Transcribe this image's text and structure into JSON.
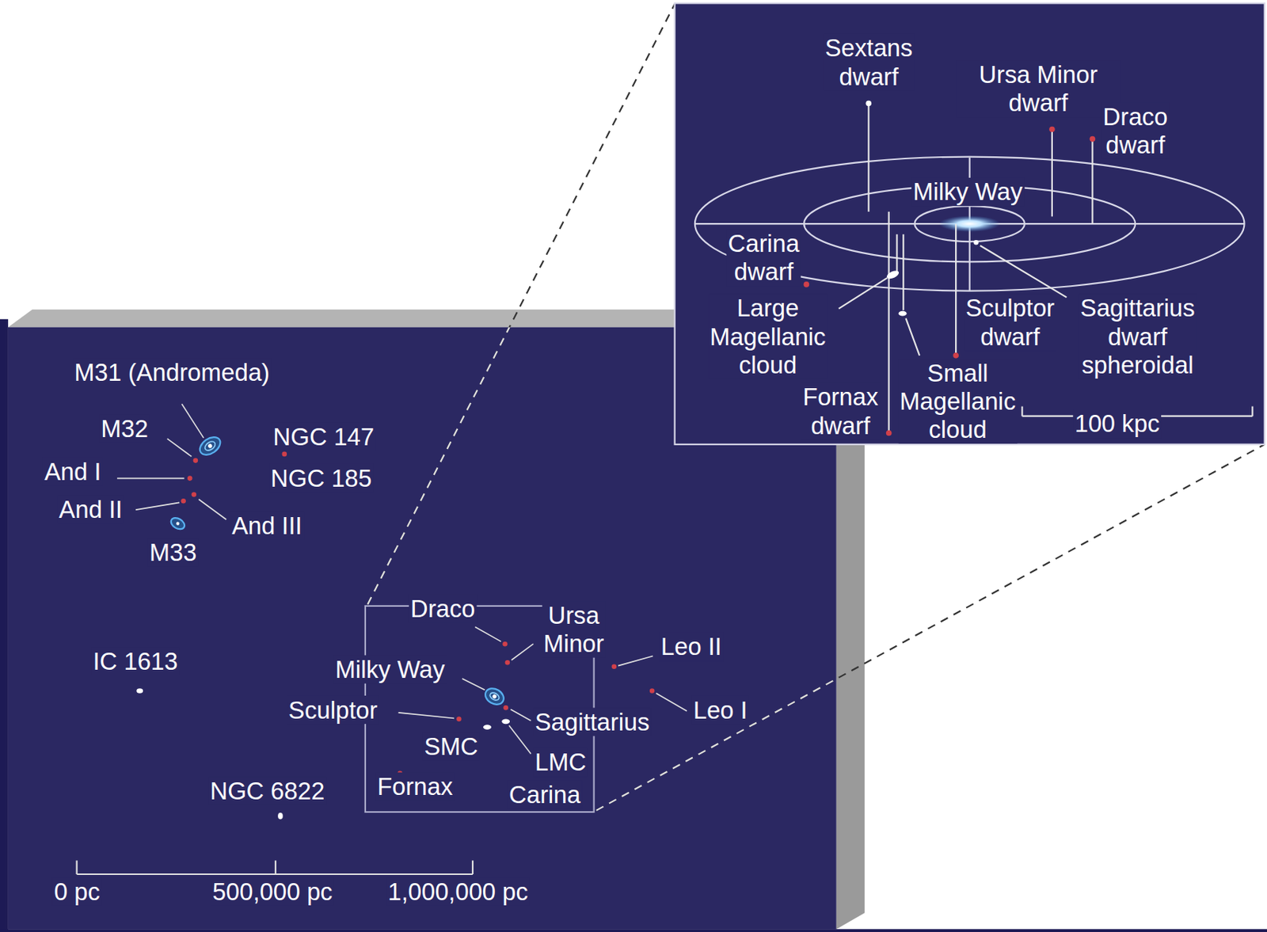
{
  "diagram": {
    "labels": [
      "Sextans dwarf",
      "Ursa Minor dwarf",
      "Draco dwarf",
      "Milky Way",
      "Carina dwarf",
      "Large Magellanic cloud",
      "Sculptor dwarf",
      "Sagittarius dwarf spheroidal",
      "Small Magellanic cloud",
      "Fornax dwarf",
      "100 kpc",
      "M31 (Andromeda)",
      "M32",
      "NGC 147",
      "And I",
      "NGC 185",
      "And II",
      "And III",
      "M33",
      "IC 1613",
      "Draco",
      "Ursa Minor",
      "Milky Way",
      "Leo II",
      "Sculptor",
      "Leo I",
      "Sagittarius",
      "SMC",
      "LMC",
      "Fornax",
      "Carina",
      "NGC 6822",
      "0 pc",
      "500,000 pc",
      "1,000,000 pc"
    ]
  }
}
